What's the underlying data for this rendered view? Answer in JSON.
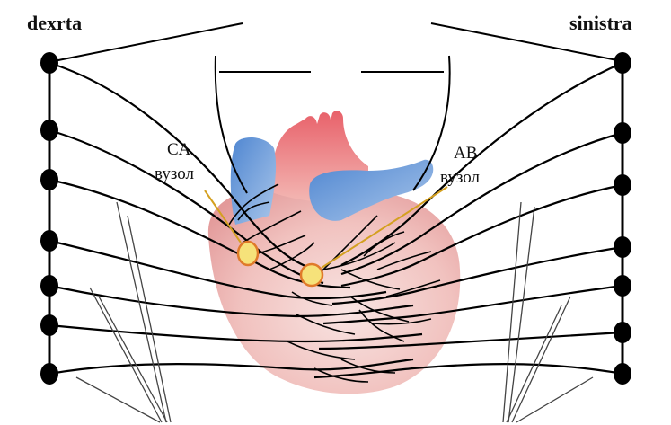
{
  "labels": {
    "left": "dexrta",
    "right": "sinistra",
    "sa_line1": "CA",
    "sa_line2": "вузол",
    "av_line1": "AB",
    "av_line2": "вузол"
  },
  "colors": {
    "heart_red": "#e8868c",
    "heart_pale": "#f3c9c6",
    "vessel_blue": "#5b8fd4",
    "node_fill": "#f6e27a",
    "node_stroke": "#e07a2a",
    "wire": "#000000"
  }
}
